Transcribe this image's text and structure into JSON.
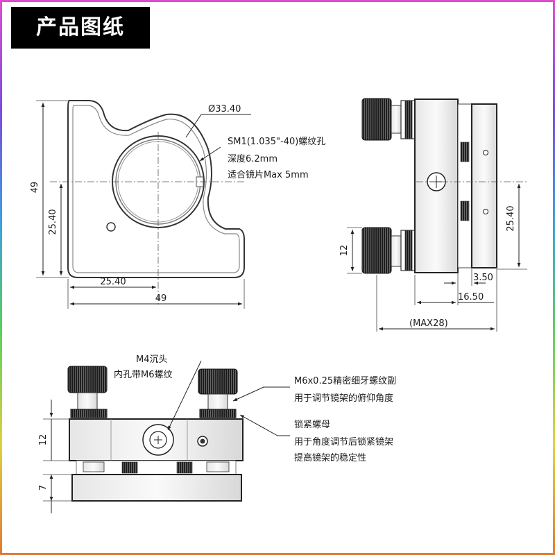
{
  "title": "产品图纸",
  "front_view": {
    "diameter_label": "Ø33.40",
    "thread_note": "SM1(1.035\"-40)螺纹孔",
    "depth_note": "深度6.2mm",
    "lens_note": "适合镜片Max 5mm",
    "dim_height": "49",
    "dim_height_center": "25.40",
    "dim_width_center": "25.40",
    "dim_width": "49"
  },
  "side_view": {
    "dim_center": "25.40",
    "dim_knob": "12",
    "dim_a": "3.50",
    "dim_b": "16.50",
    "dim_max": "(MAX28)"
  },
  "bottom_view": {
    "m4_line1": "M4沉头",
    "m4_line2": "内孔带M6螺纹",
    "fine_thread_line1": "M6x0.25精密细牙螺纹副",
    "fine_thread_line2": "用于调节镜架的俯仰角度",
    "nut_line1": "锁紧螺母",
    "nut_line2": "用于角度调节后锁紧镜架",
    "nut_line3": "提高镜架的稳定性",
    "dim_12": "12",
    "dim_7": "7"
  }
}
